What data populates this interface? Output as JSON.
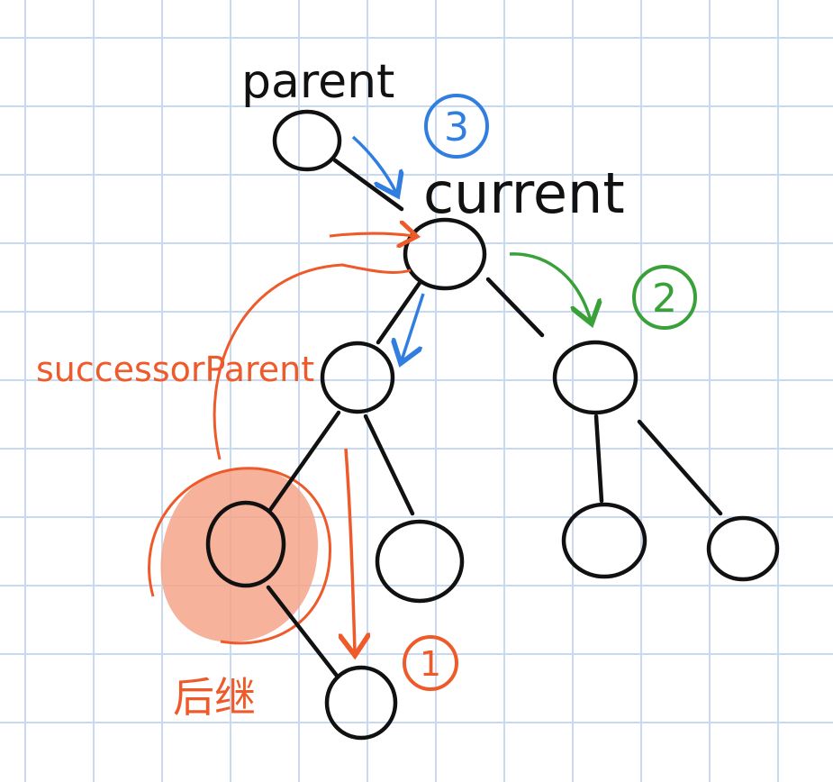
{
  "labels": {
    "parent": "parent",
    "current": "current",
    "successor_parent": "successorParent",
    "successor": "后继"
  },
  "steps": [
    {
      "number": "1",
      "color": "#ee5a2a"
    },
    {
      "number": "2",
      "color": "#3aa13a"
    },
    {
      "number": "3",
      "color": "#2f7ee0"
    }
  ],
  "colors": {
    "ink": "#111111",
    "grid": "#c9daf0",
    "orange": "#ee5a2a",
    "orange_fill": "#f4a48a",
    "green": "#3aa13a",
    "blue": "#2f7ee0"
  }
}
